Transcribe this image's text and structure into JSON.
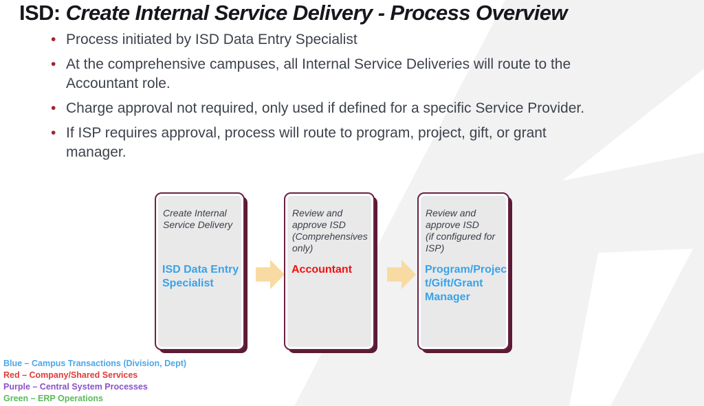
{
  "title": {
    "prefix": "ISD:",
    "rest": " Create Internal Service Delivery - Process Overview"
  },
  "bullets": [
    "Process initiated by ISD Data Entry Specialist",
    "At the comprehensive campuses, all Internal Service Deliveries will route to the Accountant role.",
    "Charge approval not required, only used if defined for a specific Service Provider.",
    "If ISP requires approval, process will route to program, project, gift, or grant manager."
  ],
  "process": {
    "steps": [
      {
        "description": "Create Internal\nService Delivery",
        "role": "ISD Data Entry\nSpecialist",
        "role_color": "#38a3e8"
      },
      {
        "description": "Review and\napprove ISD\n(Comprehensives\nonly)",
        "role": "Accountant",
        "role_color": "#ee1111"
      },
      {
        "description": "Review and\napprove ISD\n(if configured for\nISP)",
        "role": "Program/Projec\nt/Gift/Grant\nManager",
        "role_color": "#38a3e8"
      }
    ],
    "arrow_color": "#f8dba2"
  },
  "legend": {
    "items": [
      {
        "text": "Blue – Campus Transactions (Division, Dept)",
        "color": "#4aa7e8"
      },
      {
        "text": "Red – Company/Shared Services",
        "color": "#e23a3a"
      },
      {
        "text": "Purple – Central System Processes",
        "color": "#8a52c7"
      },
      {
        "text": "Green – ERP Operations",
        "color": "#5bb95c"
      }
    ]
  },
  "theme": {
    "box_border": "#6b2142",
    "box_shadow": "#5a1b34",
    "box_fill": "#e9e9ea",
    "bullet_marker_color": "#a32430",
    "body_text_color": "#3d424b",
    "watermark_gray": "#f2f2f3"
  }
}
